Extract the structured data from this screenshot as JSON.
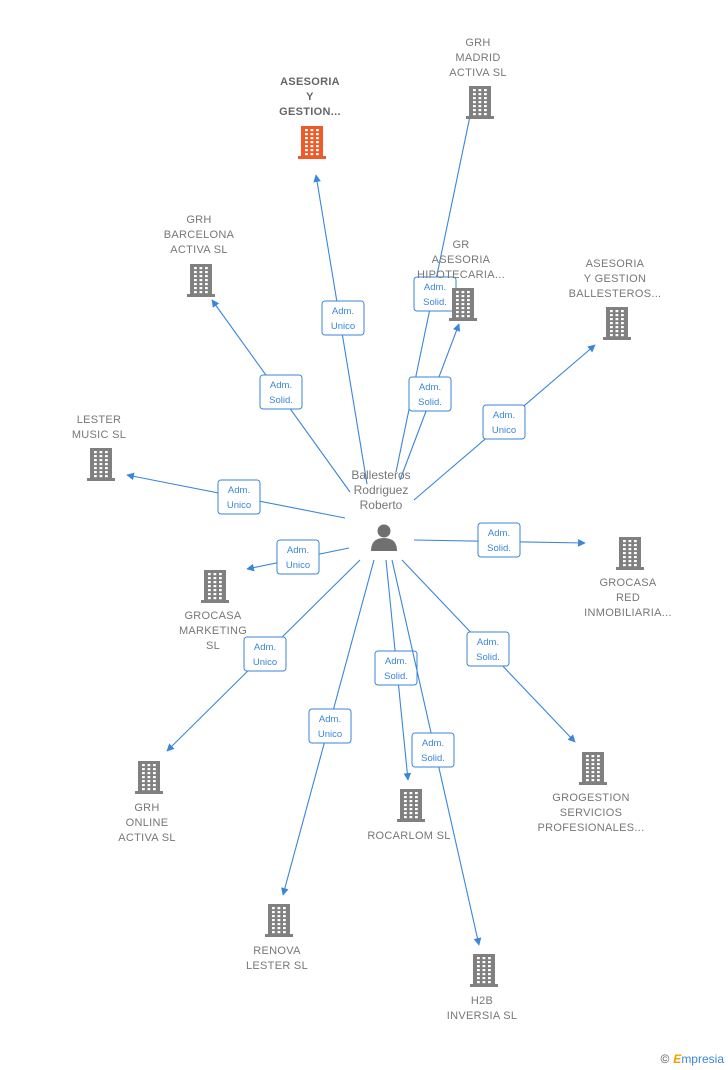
{
  "center": {
    "name_lines": [
      "Ballesteros",
      "Rodriguez",
      "Roberto"
    ],
    "icon": "person-icon"
  },
  "colors": {
    "edge": "#3a86d8",
    "company_icon": "#808080",
    "highlight_icon": "#f05a28",
    "label": "#777777"
  },
  "nodes": [
    {
      "id": "asesoria-y-gestion",
      "name_lines": [
        "ASESORIA",
        "Y",
        "GESTION..."
      ],
      "relation_lines": [
        "Adm.",
        "Unico"
      ],
      "highlight": true
    },
    {
      "id": "grh-madrid-activa",
      "name_lines": [
        "GRH",
        "MADRID",
        "ACTIVA  SL"
      ],
      "relation_lines": [
        "Adm.",
        "Solid."
      ],
      "highlight": false
    },
    {
      "id": "grh-barcelona-activa",
      "name_lines": [
        "GRH",
        "BARCELONA",
        "ACTIVA  SL"
      ],
      "relation_lines": [
        "Adm.",
        "Solid."
      ],
      "highlight": false
    },
    {
      "id": "gr-asesoria-hipotecaria",
      "name_lines": [
        "GR",
        "ASESORIA",
        "HIPOTECARIA..."
      ],
      "relation_lines": [
        "Adm.",
        "Solid."
      ],
      "highlight": false
    },
    {
      "id": "asesoria-y-gestion-ballesteros",
      "name_lines": [
        "ASESORIA",
        "Y GESTION",
        "BALLESTEROS..."
      ],
      "relation_lines": [
        "Adm.",
        "Unico"
      ],
      "highlight": false
    },
    {
      "id": "lester-music",
      "name_lines": [
        "LESTER",
        "MUSIC  SL"
      ],
      "relation_lines": [
        "Adm.",
        "Unico"
      ],
      "highlight": false
    },
    {
      "id": "grocasa-marketing",
      "name_lines": [
        "GROCASA",
        "MARKETING",
        "SL"
      ],
      "relation_lines": [
        "Adm.",
        "Unico"
      ],
      "highlight": false
    },
    {
      "id": "grocasa-red-inmobiliaria",
      "name_lines": [
        "GROCASA",
        "RED",
        "INMOBILIARIA..."
      ],
      "relation_lines": [
        "Adm.",
        "Solid."
      ],
      "highlight": false
    },
    {
      "id": "grh-online-activa",
      "name_lines": [
        "GRH",
        "ONLINE",
        "ACTIVA  SL"
      ],
      "relation_lines": [
        "Adm.",
        "Unico"
      ],
      "highlight": false
    },
    {
      "id": "rocarlom",
      "name_lines": [
        "ROCARLOM  SL"
      ],
      "relation_lines": [
        "Adm.",
        "Solid."
      ],
      "highlight": false
    },
    {
      "id": "grogestion-servicios-profesionales",
      "name_lines": [
        "GROGESTION",
        "SERVICIOS",
        "PROFESIONALES..."
      ],
      "relation_lines": [
        "Adm.",
        "Solid."
      ],
      "highlight": false
    },
    {
      "id": "renova-lester",
      "name_lines": [
        "RENOVA",
        "LESTER  SL"
      ],
      "relation_lines": [
        "Adm.",
        "Unico"
      ],
      "highlight": false
    },
    {
      "id": "h2b-inversia",
      "name_lines": [
        "H2B",
        "INVERSIA  SL"
      ],
      "relation_lines": [
        "Adm.",
        "Solid."
      ],
      "highlight": false
    }
  ],
  "watermark": {
    "initial": "E",
    "rest": "mpresia"
  }
}
